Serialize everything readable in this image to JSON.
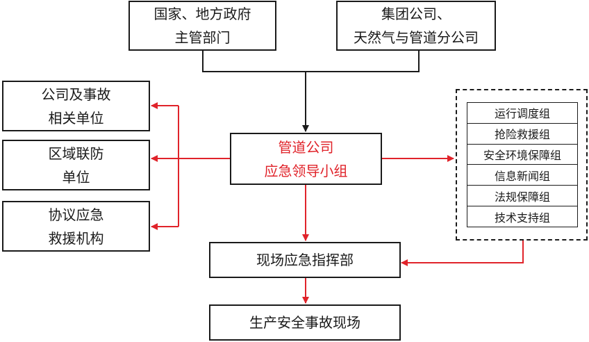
{
  "colors": {
    "line_black": "#1a1a1a",
    "line_red": "#e0232a",
    "leader_text": "#e0232a"
  },
  "nodes": {
    "authority": {
      "line1": "国家、地方政府",
      "line2": "主管部门"
    },
    "group_company": {
      "line1": "集团公司、",
      "line2": "天然气与管道分公司"
    },
    "leader": {
      "line1": "管道公司",
      "line2": "应急领导小组"
    },
    "related_units": {
      "line1": "公司及事故",
      "line2": "相关单位"
    },
    "regional_units": {
      "line1": "区域联防",
      "line2": "单位"
    },
    "rescue_agencies": {
      "line1": "协议应急",
      "line2": "救援机构"
    },
    "onsite_command": {
      "line1": "现场应急指挥部"
    },
    "accident_site": {
      "line1": "生产安全事故现场"
    }
  },
  "work_groups": [
    "运行调度组",
    "抢险救援组",
    "安全环境保障组",
    "信息新闻组",
    "法规保障组",
    "技术支持组"
  ]
}
